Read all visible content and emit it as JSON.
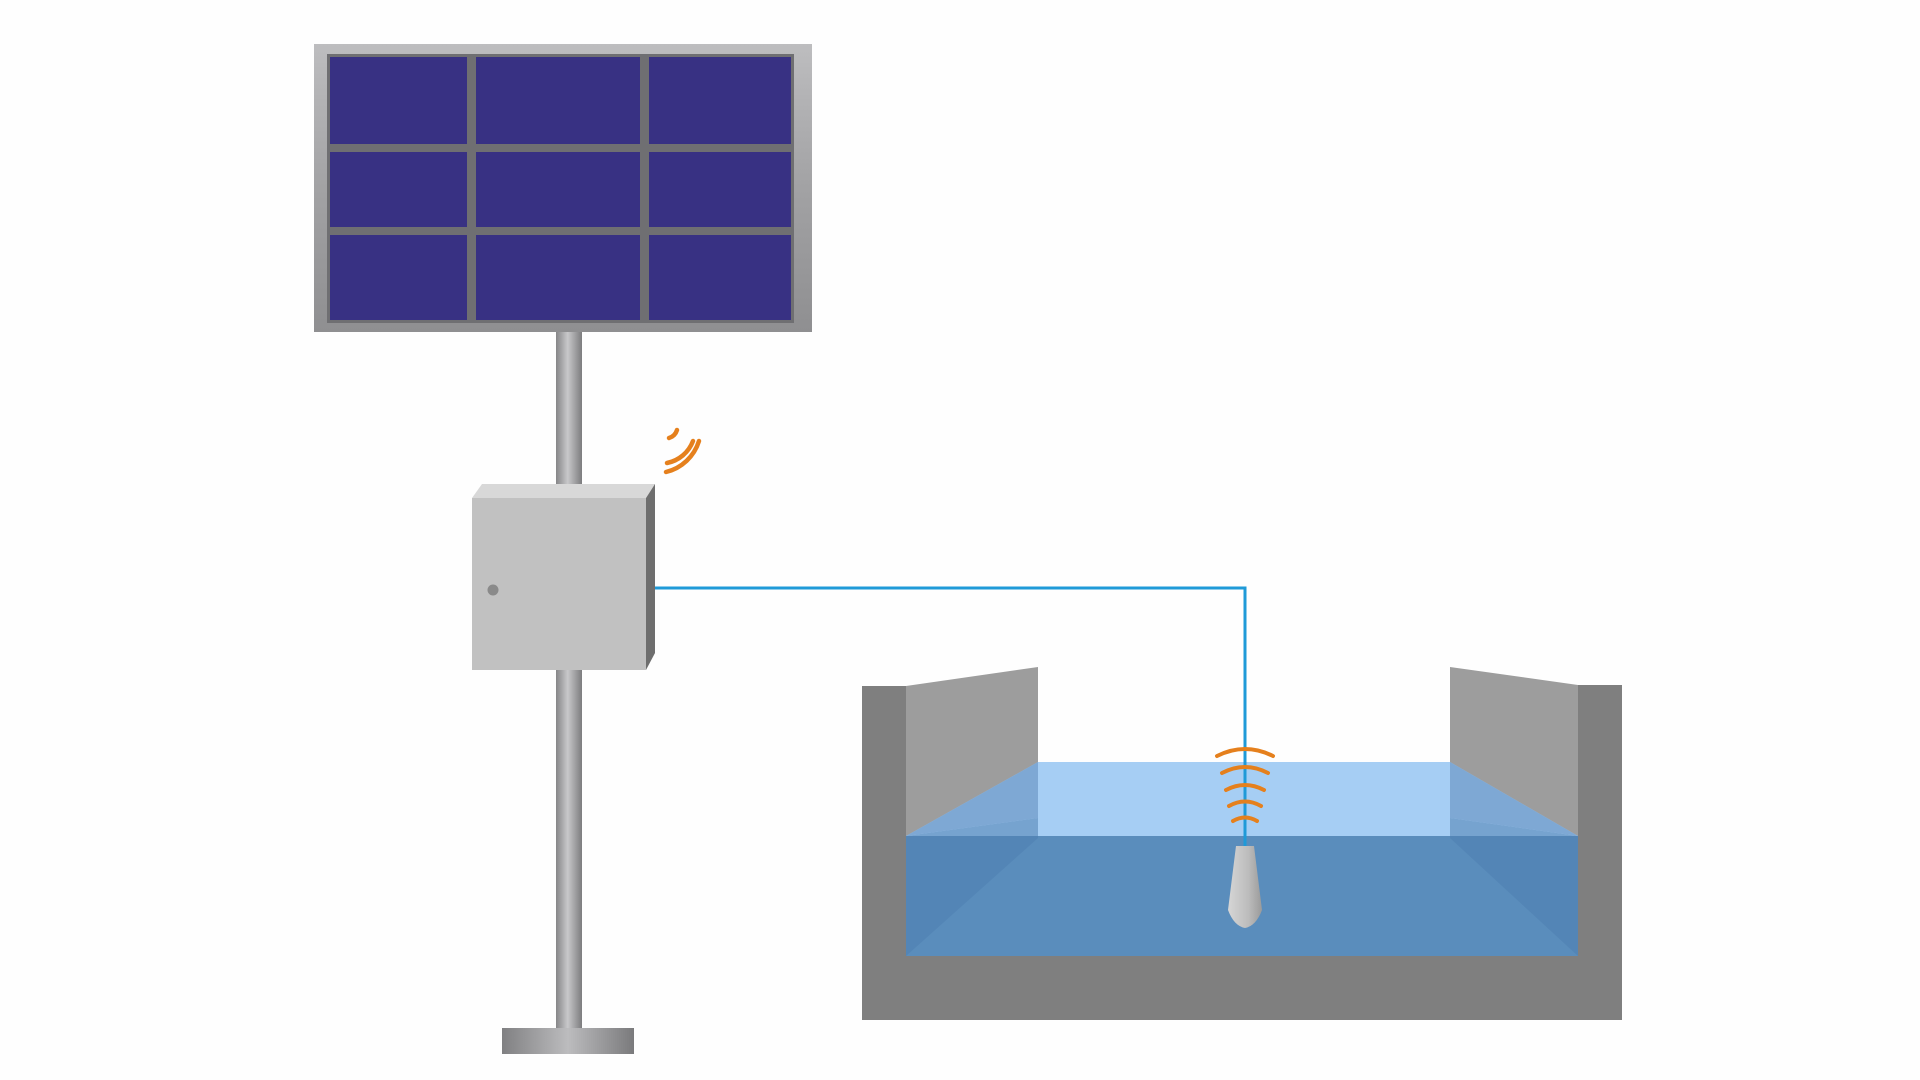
{
  "diagram": {
    "components": [
      {
        "name": "solar-panel",
        "icon": "solar-panel-icon"
      },
      {
        "name": "mounting-pole",
        "icon": "pole-icon"
      },
      {
        "name": "control-enclosure",
        "icon": "cabinet-icon"
      },
      {
        "name": "wireless-transmitter",
        "icon": "wifi-signal-icon"
      },
      {
        "name": "sensor-cable",
        "icon": "cable-icon"
      },
      {
        "name": "open-channel",
        "icon": "channel-icon"
      },
      {
        "name": "water",
        "icon": "water-icon"
      },
      {
        "name": "submerged-sensor",
        "icon": "sensor-icon"
      },
      {
        "name": "sensor-signal",
        "icon": "signal-waves-icon"
      }
    ],
    "colors": {
      "background": "#fefefe",
      "panel_cell": "#383183",
      "panel_frame": "#a7a7a9",
      "pole": "#a0a0a2",
      "enclosure_face": "#c1c1c1",
      "enclosure_side": "#6e6e6e",
      "signal": "#e5801d",
      "cable": "#1f9ad8",
      "channel_dark": "#7f7f7f",
      "channel_light": "#9d9d9d",
      "water_surface": "#a6cef4",
      "water_body": "#5a8dbc",
      "sensor": "#bdbdbd"
    }
  }
}
